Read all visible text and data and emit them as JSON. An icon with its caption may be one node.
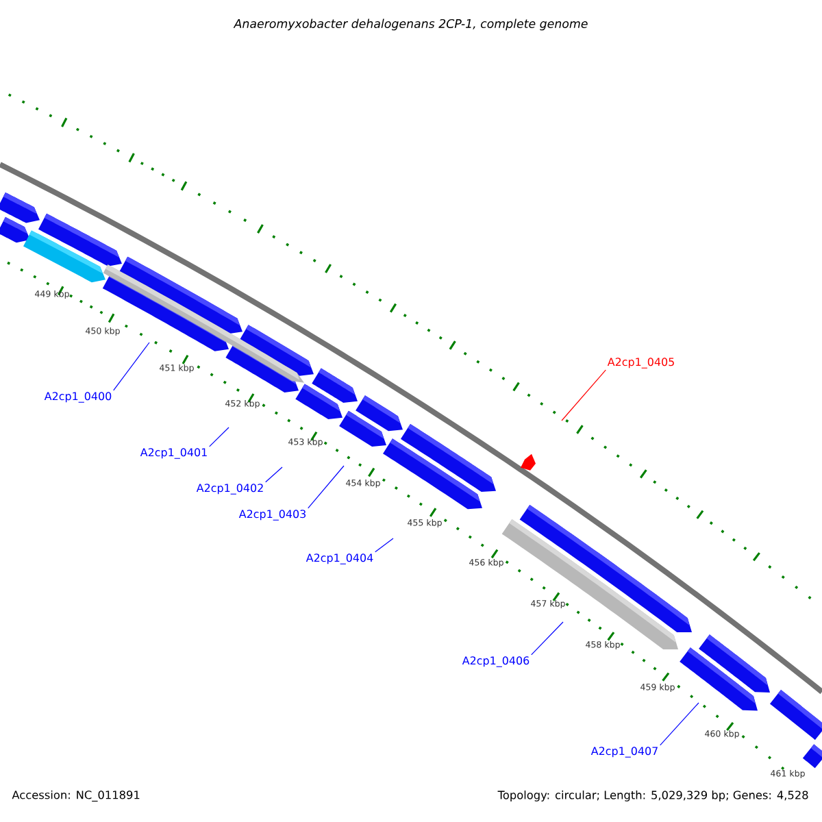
{
  "diagram": {
    "title": "Anaeromyxobacter dehalogenans 2CP-1, complete genome",
    "nodes": [
      {
        "text": [
          "A2cp1_0400"
        ]
      },
      {
        "text": [
          "A2cp1_0401"
        ]
      },
      {
        "text": [
          "A2cp1_0402"
        ]
      },
      {
        "text": [
          "A2cp1_0403"
        ]
      },
      {
        "text": [
          "A2cp1_0404"
        ]
      },
      {
        "text": [
          "A2cp1_0405"
        ]
      },
      {
        "text": [
          "A2cp1_0406"
        ]
      },
      {
        "text": [
          "A2cp1_0407"
        ]
      }
    ],
    "edges": [
      {
        "from": 0,
        "to": null,
        "arrow": "none"
      },
      {
        "from": 1,
        "to": null,
        "arrow": "none"
      },
      {
        "from": 2,
        "to": null,
        "arrow": "none"
      },
      {
        "from": 3,
        "to": null,
        "arrow": "none"
      },
      {
        "from": 4,
        "to": null,
        "arrow": "none"
      },
      {
        "from": 5,
        "to": null,
        "arrow": "none",
        "color": "#ff0000"
      },
      {
        "from": 6,
        "to": null,
        "arrow": "none"
      },
      {
        "from": 7,
        "to": null,
        "arrow": "none"
      }
    ],
    "labels": [
      "449 kbp",
      "450 kbp",
      "451 kbp",
      "452 kbp",
      "453 kbp",
      "454 kbp",
      "455 kbp",
      "456 kbp",
      "457 kbp",
      "458 kbp",
      "459 kbp",
      "460 kbp",
      "461 kbp",
      "Accession: NC_011891",
      "Topology: circular; Length: 5,029,329 bp; Genes: 4,528"
    ]
  }
}
